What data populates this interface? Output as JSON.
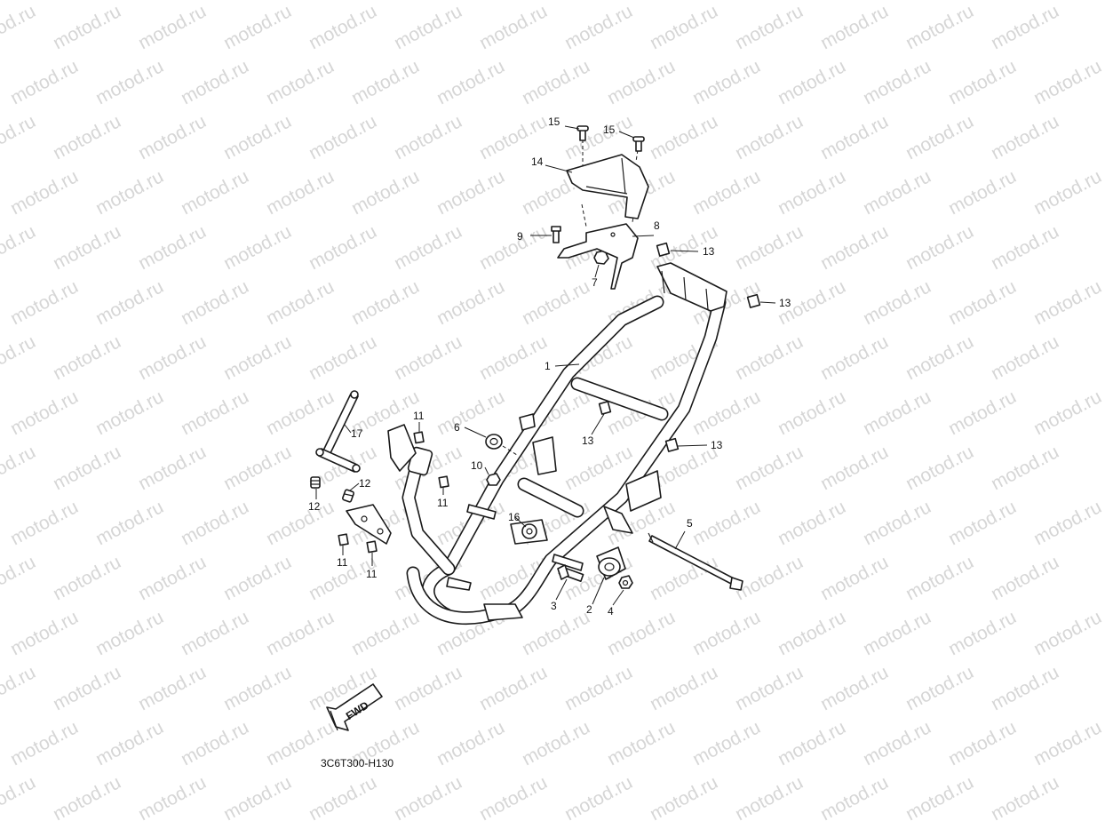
{
  "watermark": "motod.ru",
  "callouts": {
    "c1": "1",
    "c2": "2",
    "c3": "3",
    "c4": "4",
    "c5": "5",
    "c6": "6",
    "c7": "7",
    "c8": "8",
    "c9": "9",
    "c10": "10",
    "c11a": "11",
    "c11b": "11",
    "c11c": "11",
    "c11d": "11",
    "c12a": "12",
    "c12b": "12",
    "c13a": "13",
    "c13b": "13",
    "c13c": "13",
    "c13d": "13",
    "c14": "14",
    "c15a": "15",
    "c15b": "15",
    "c16": "16",
    "c17": "17"
  },
  "fwd_label": "FWD",
  "diagram_code": "3C6T300-H130"
}
